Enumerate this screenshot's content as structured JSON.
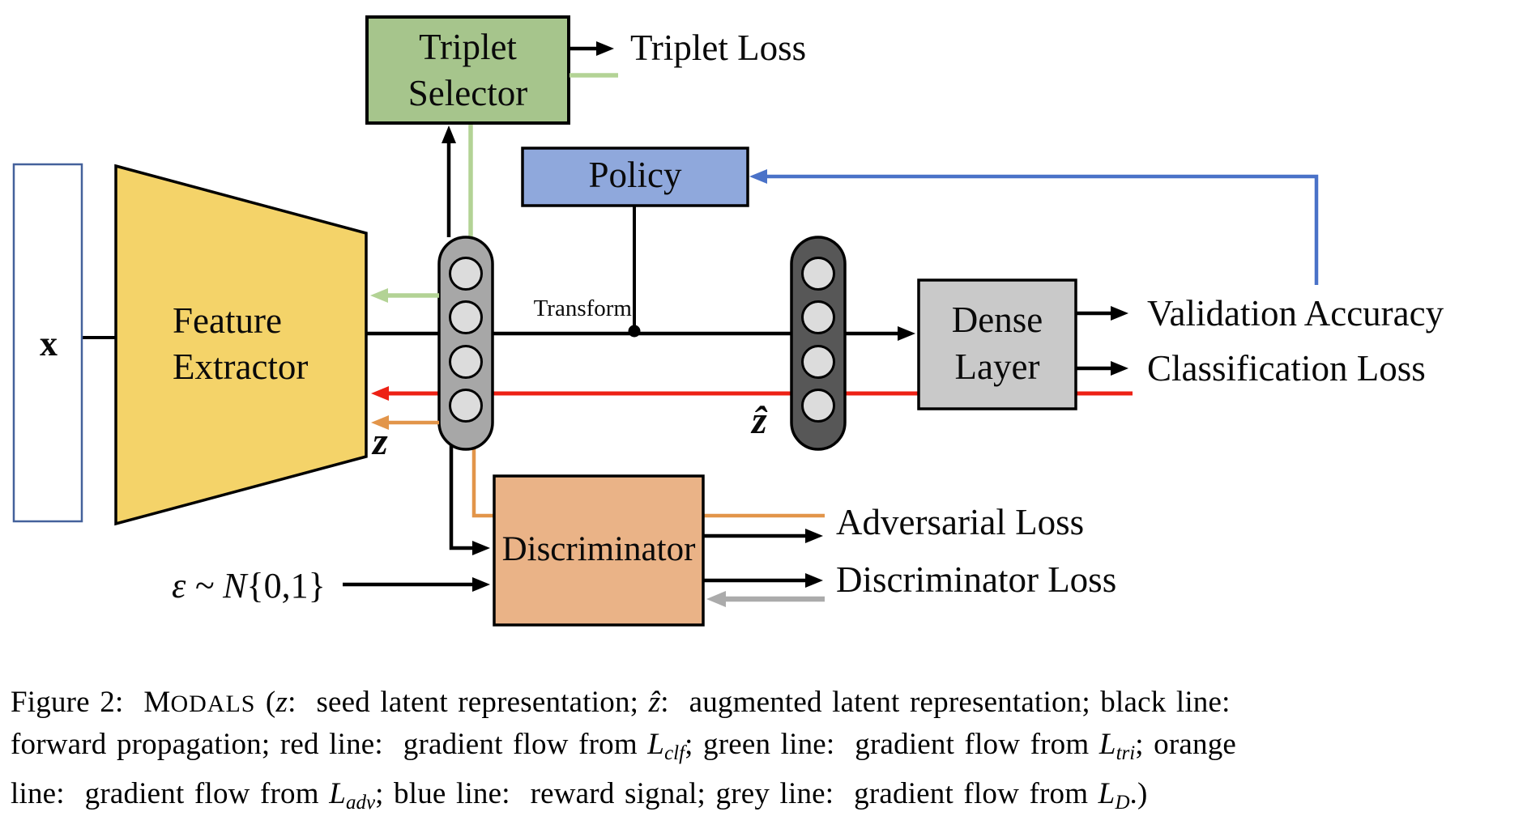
{
  "figure": {
    "nodes": {
      "input": "x",
      "feature_extractor": "Feature\nExtractor",
      "triplet_selector": "Triplet\nSelector",
      "policy": "Policy",
      "dense_layer": "Dense\nLayer",
      "discriminator": "Discriminator",
      "z": "z",
      "z_hat": "ẑ"
    },
    "outputs": {
      "triplet_loss": "Triplet Loss",
      "validation_accuracy": "Validation Accuracy",
      "classification_loss": "Classification Loss",
      "adversarial_loss": "Adversarial Loss",
      "discriminator_loss": "Discriminator Loss"
    },
    "annotations": {
      "transform": "Transform",
      "noise_prefix": "ε ~ ",
      "noise_dist": "N",
      "noise_suffix": "{0,1}"
    },
    "colors": {
      "forward_line": "#000000",
      "clf_gradient_line": "#ed2115",
      "tri_gradient_line": "#b3d395",
      "adv_gradient_line": "#e2954a",
      "reward_line": "#4a72c8",
      "d_gradient_line": "#ababab",
      "feature_extractor_fill": "#f4d369",
      "triplet_selector_fill": "#a6c58c",
      "policy_fill": "#8fa8dc",
      "dense_layer_fill": "#c9c9c9",
      "discriminator_fill": "#eab387",
      "z_fill": "#a7a7a7",
      "z_hat_fill": "#575757",
      "neuron_fill": "#dcdcdc",
      "input_border": "#44619b"
    }
  },
  "caption": {
    "l1_prefix": "Figure 2:  ",
    "l1_modals_m": "M",
    "l1_modals_rest": "ODALS",
    "l1_open": " (",
    "l1_z": "z",
    "l1_seg1": ":  seed latent representation; ",
    "l1_zhat": "ẑ",
    "l1_seg2": ":  augmented latent representation; black line:",
    "l2_seg1": "forward propagation; red line:  gradient flow from ",
    "l2_L1": "L",
    "l2_sub1": "clf",
    "l2_seg2": "; green line:  gradient flow from ",
    "l2_L2": "L",
    "l2_sub2": "tri",
    "l2_seg3": "; orange",
    "l3_seg1": "line:  gradient flow from ",
    "l3_L1": "L",
    "l3_sub1": "adv",
    "l3_seg2": "; blue line:  reward signal; grey line:  gradient flow from ",
    "l3_L2": "L",
    "l3_sub2": "D",
    "l3_seg3": ".)"
  }
}
